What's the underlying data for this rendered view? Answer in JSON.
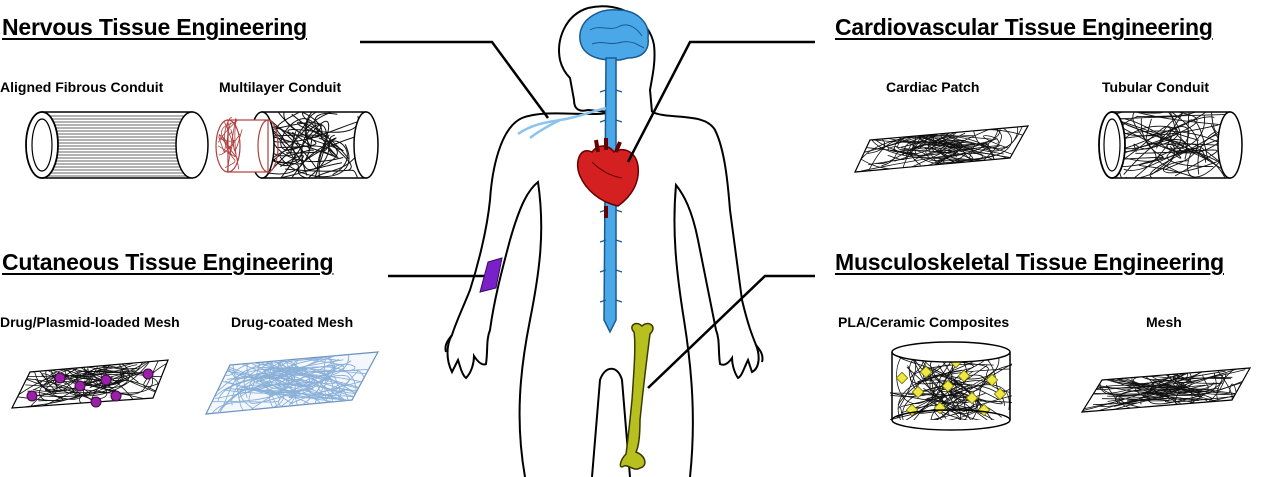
{
  "sections": {
    "nervous": {
      "heading": "Nervous Tissue Engineering",
      "items": [
        "Aligned Fibrous Conduit",
        "Multilayer Conduit"
      ]
    },
    "cardiovascular": {
      "heading": "Cardiovascular Tissue Engineering",
      "items": [
        "Cardiac Patch",
        "Tubular Conduit"
      ]
    },
    "cutaneous": {
      "heading": "Cutaneous Tissue Engineering",
      "items": [
        "Drug/Plasmid-loaded Mesh",
        "Drug-coated Mesh"
      ]
    },
    "musculoskeletal": {
      "heading": "Musculoskeletal Tissue Engineering",
      "items": [
        "PLA/Ceramic Composites",
        "Mesh"
      ]
    }
  },
  "colors": {
    "nerve": "#4aa8e8",
    "heart": "#d42020",
    "skin_patch": "#7a20c8",
    "bone": "#b8c020",
    "drug_particle": "#9a20a8",
    "ceramic_particle": "#f0e840",
    "coated_mesh": "#8ab0d8",
    "inner_layer": "#b04040"
  }
}
